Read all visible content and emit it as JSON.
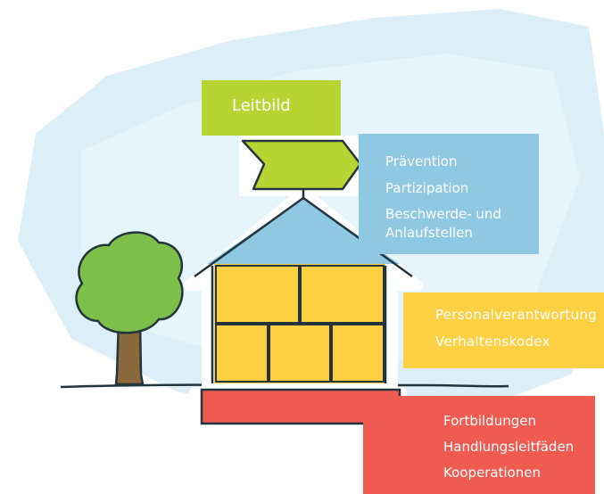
{
  "colors": {
    "cloud": "#dceef8",
    "cloud_light": "#e9f5fb",
    "lime": "#b8d432",
    "blue": "#8ec8e3",
    "yellow": "#fcd042",
    "red": "#ef5b51",
    "tree": "#7cc049",
    "trunk": "#8a6a3c",
    "outline": "#23343c"
  },
  "boxes": {
    "leitbild": {
      "label": "Leitbild",
      "color": "#b8d432"
    },
    "praevention": {
      "color": "#8ec8e3",
      "items": [
        "Prävention",
        "Partizipation",
        "Beschwerde- und",
        "Anlaufstellen"
      ]
    },
    "personal": {
      "color": "#fcd042",
      "items": [
        "Personalverantwortung",
        "Verhaltenskodex"
      ]
    },
    "fortbildung": {
      "color": "#ef5b51",
      "items": [
        "Fortbildungen",
        "Handlungsleitfäden",
        "Kooperationen"
      ]
    }
  },
  "icons": [
    "house-icon",
    "tree-icon",
    "arrow-sign-icon",
    "cloud-background-icon"
  ]
}
